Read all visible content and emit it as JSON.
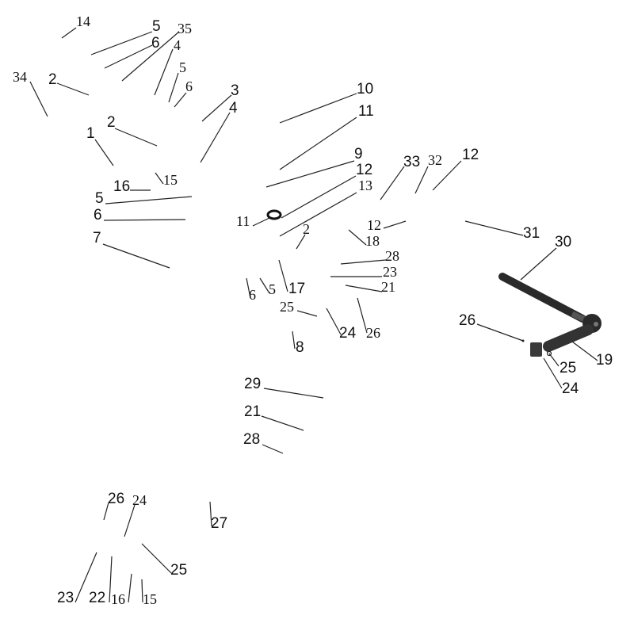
{
  "diagram": {
    "type": "exploded-parts-diagram",
    "callouts": [
      "14",
      "5",
      "35",
      "6",
      "4",
      "34",
      "2",
      "5",
      "6",
      "3",
      "4",
      "2",
      "1",
      "15",
      "16",
      "5",
      "6",
      "7",
      "10",
      "11",
      "9",
      "12",
      "13",
      "11",
      "2",
      "33",
      "32",
      "12",
      "12",
      "18",
      "31",
      "28",
      "23",
      "21",
      "17",
      "5",
      "6",
      "25",
      "24",
      "26",
      "8",
      "30",
      "26",
      "19",
      "25",
      "24",
      "29",
      "21",
      "28",
      "26",
      "24",
      "27",
      "25",
      "23",
      "22",
      "16",
      "15"
    ],
    "colors": {
      "ink": "#111111",
      "part": "#2a2a2a"
    }
  }
}
